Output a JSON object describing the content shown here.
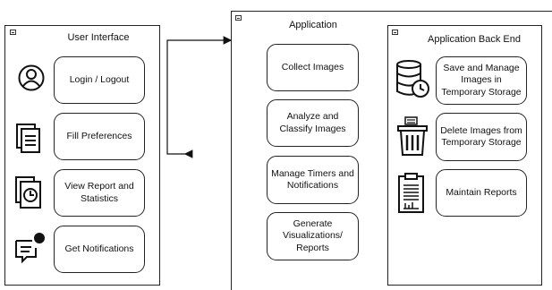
{
  "panels": {
    "ui": {
      "title": "User Interface"
    },
    "app": {
      "title": "Application"
    },
    "backend": {
      "title": "Application Back End"
    }
  },
  "ui_items": [
    {
      "label": "Login / Logout",
      "icon": "user-icon"
    },
    {
      "label": "Fill Preferences",
      "icon": "document-icon"
    },
    {
      "label": "View Report and Statistics",
      "icon": "report-clock-icon"
    },
    {
      "label": "Get Notifications",
      "icon": "notification-icon"
    }
  ],
  "app_items": [
    {
      "label": "Collect Images"
    },
    {
      "label": "Analyze and Classify Images"
    },
    {
      "label": "Manage Timers and Notifications"
    },
    {
      "label": "Generate Visualizations/ Reports"
    }
  ],
  "backend_items": [
    {
      "label": "Save and Manage Images in Temporary Storage",
      "icon": "database-clock-icon"
    },
    {
      "label": "Delete Images from Temporary Storage",
      "icon": "trash-icon"
    },
    {
      "label": "Maintain Reports",
      "icon": "clipboard-icon"
    }
  ],
  "colors": {
    "stroke": "#222222",
    "background": "#ffffff"
  }
}
